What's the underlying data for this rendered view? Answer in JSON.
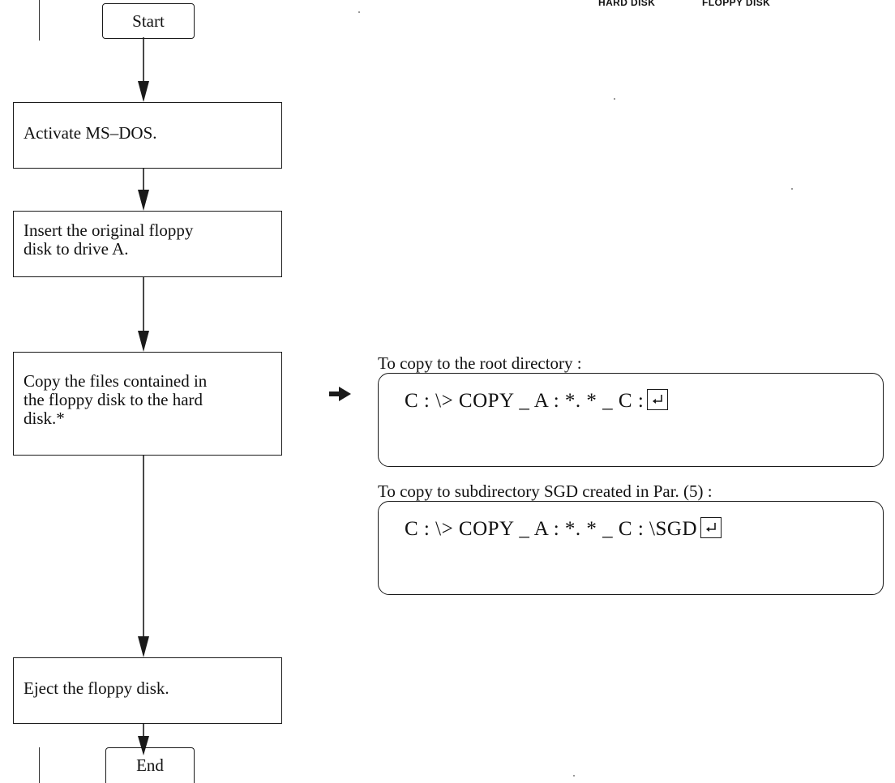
{
  "header": {
    "hard_disk_label": "HARD DISK",
    "floppy_disk_label": "FLOPPY DISK"
  },
  "flowchart": {
    "start_label": "Start",
    "end_label": "End",
    "steps": [
      {
        "lines": [
          "Activate MS–DOS."
        ]
      },
      {
        "lines": [
          "Insert the original floppy",
          "disk to drive A."
        ]
      },
      {
        "lines": [
          "Copy the files contained in",
          "the floppy disk to the hard",
          "disk.*"
        ]
      },
      {
        "lines": [
          "Eject the floppy disk."
        ]
      }
    ]
  },
  "commands": [
    {
      "caption": "To copy to the root directory :",
      "command": "C : \\> COPY _ A : *. * _ C :"
    },
    {
      "caption": "To copy to subdirectory SGD created in Par. (5) :",
      "command": "C : \\> COPY _ A : *. * _ C : \\SGD"
    }
  ],
  "icons": {
    "pointer_arrow": "right-arrow-icon",
    "enter_key": "enter-key-icon"
  },
  "colors": {
    "ink": "#1a1a1a",
    "background": "#ffffff"
  }
}
